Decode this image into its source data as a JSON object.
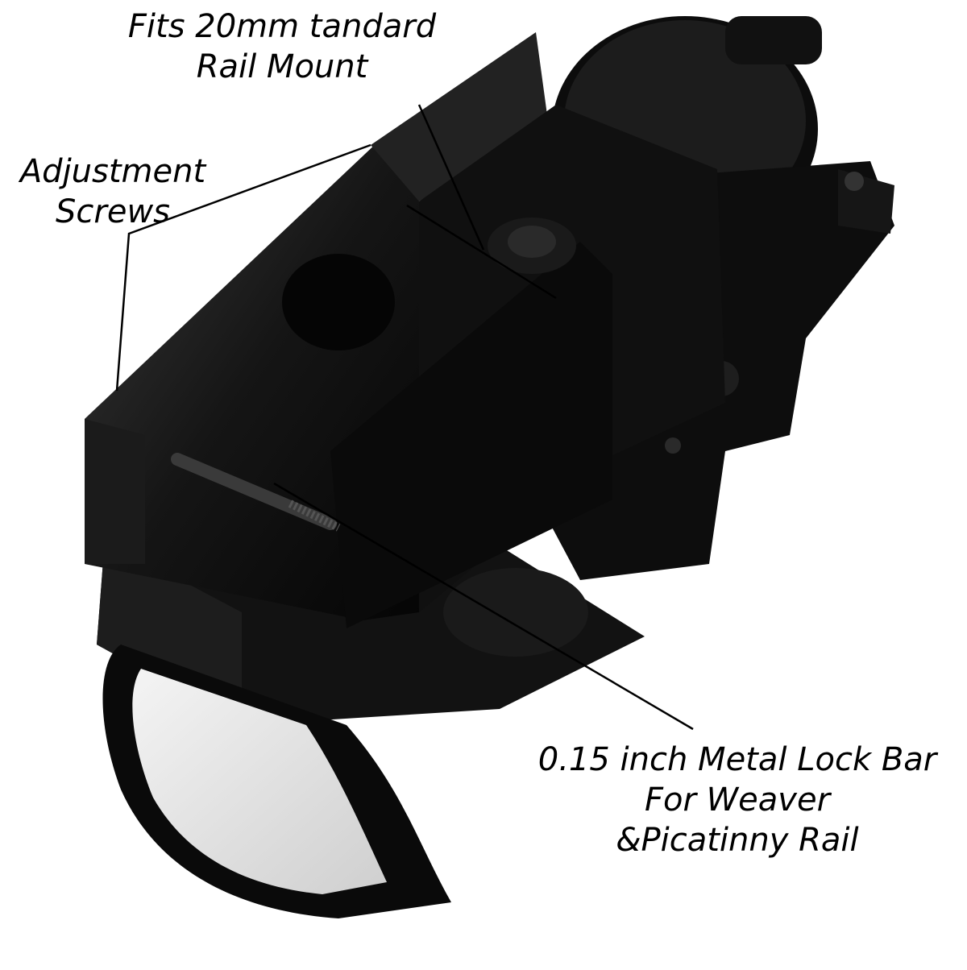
{
  "image": {
    "description": "Black red-dot sight rail mount photographed on white background with callout annotations",
    "background_color": "#ffffff",
    "product_color": "#111111"
  },
  "callouts": [
    {
      "id": "rail-mount",
      "lines": [
        "Fits 20mm tandard",
        "Rail Mount"
      ]
    },
    {
      "id": "adjustment-screws",
      "lines": [
        "Adjustment",
        "Screws"
      ]
    },
    {
      "id": "lock-bar",
      "lines": [
        "0.15 inch Metal Lock Bar",
        "For Weaver",
        "&Picatinny Rail"
      ]
    }
  ]
}
